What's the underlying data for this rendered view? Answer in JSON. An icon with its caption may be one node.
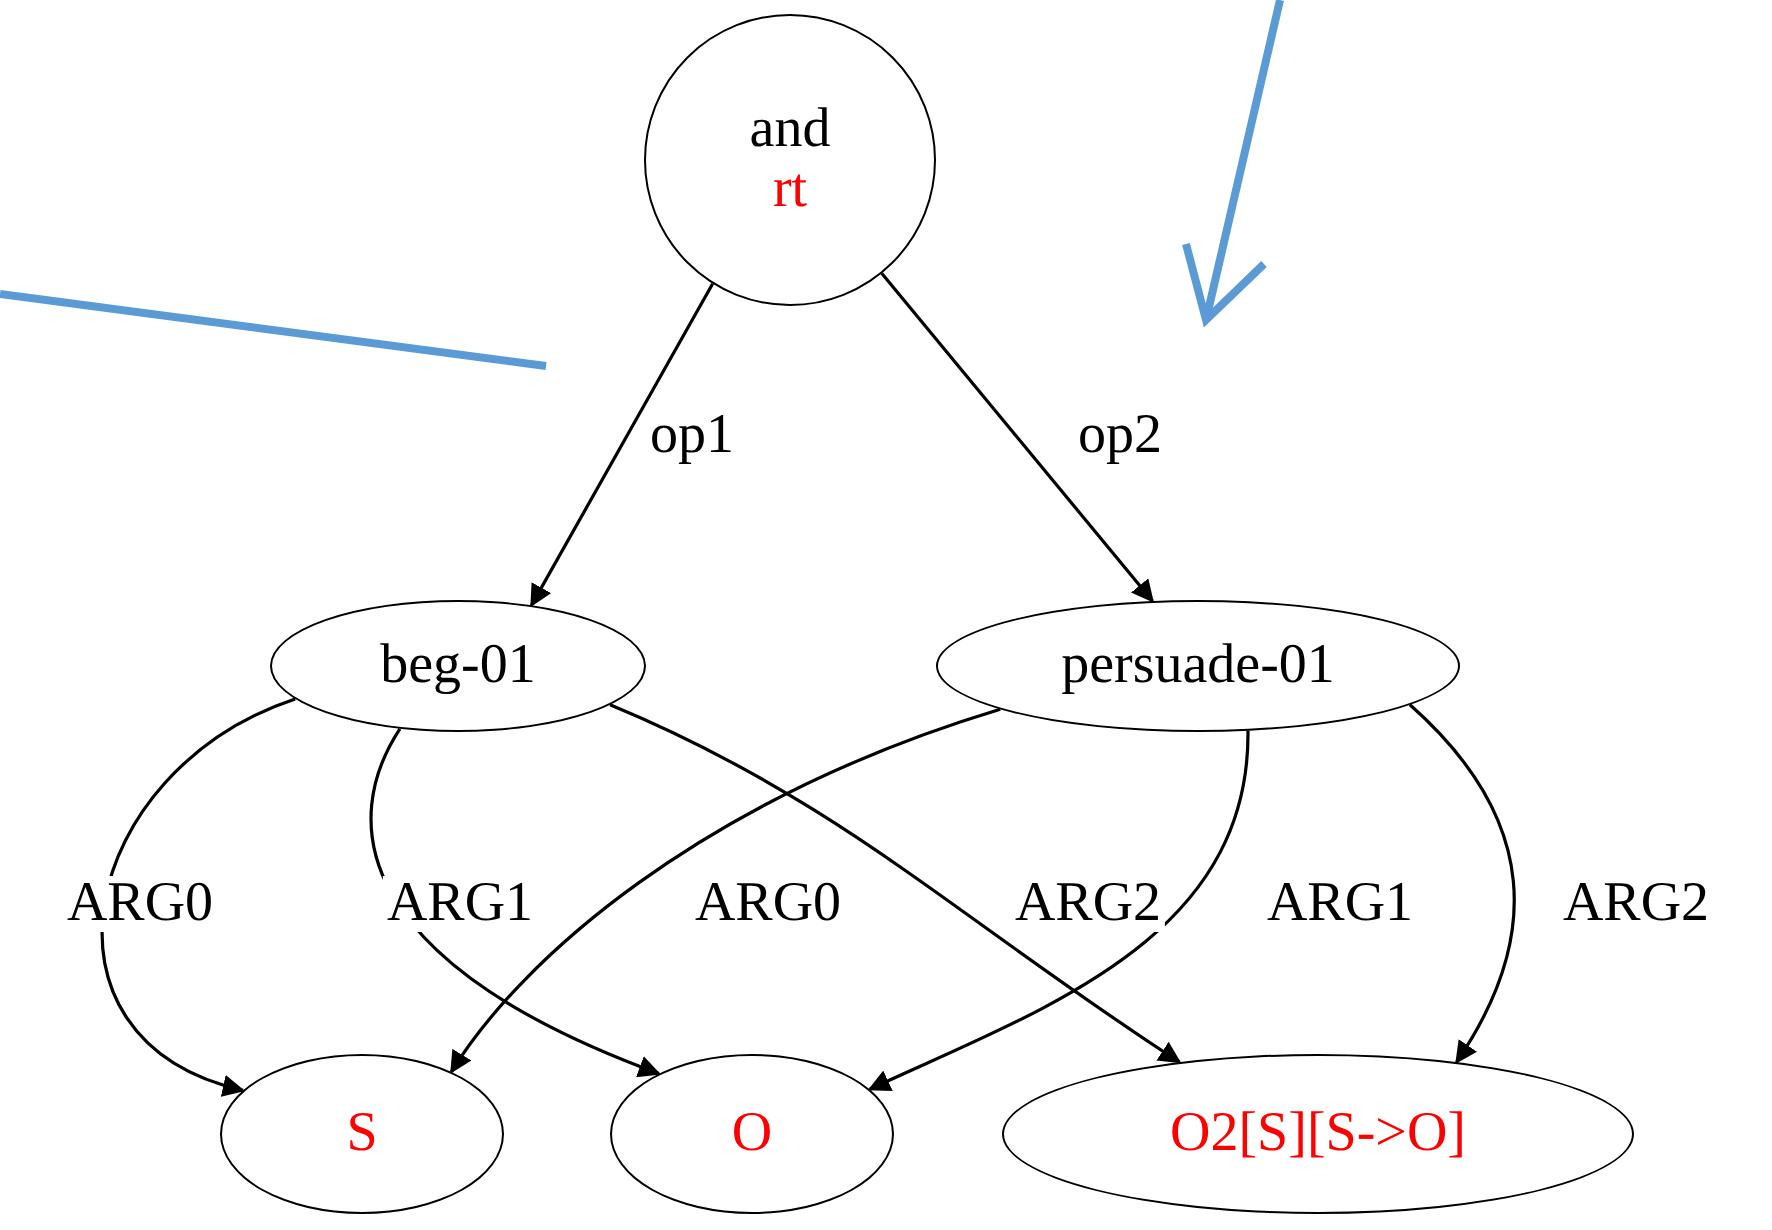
{
  "diagram": {
    "nodes": [
      {
        "text": [
          "and",
          "rt"
        ]
      },
      {
        "text": [
          "beg-01"
        ]
      },
      {
        "text": [
          "persuade-01"
        ]
      },
      {
        "text": [
          "S"
        ]
      },
      {
        "text": [
          "O"
        ]
      },
      {
        "text": [
          "O2[S][S->O]"
        ]
      }
    ],
    "edges": [
      {
        "from": 0,
        "to": 1,
        "arrow": "to",
        "label": "op1"
      },
      {
        "from": 0,
        "to": 2,
        "arrow": "to",
        "label": "op2"
      },
      {
        "from": 1,
        "to": 3,
        "arrow": "to",
        "label": "ARG0"
      },
      {
        "from": 1,
        "to": 4,
        "arrow": "to",
        "label": "ARG1"
      },
      {
        "from": 1,
        "to": 5,
        "arrow": "to",
        "label": "ARG2"
      },
      {
        "from": 2,
        "to": 3,
        "arrow": "to",
        "label": "ARG0"
      },
      {
        "from": 2,
        "to": 4,
        "arrow": "to",
        "label": "ARG1"
      },
      {
        "from": 2,
        "to": 5,
        "arrow": "to",
        "label": "ARG2"
      }
    ]
  }
}
